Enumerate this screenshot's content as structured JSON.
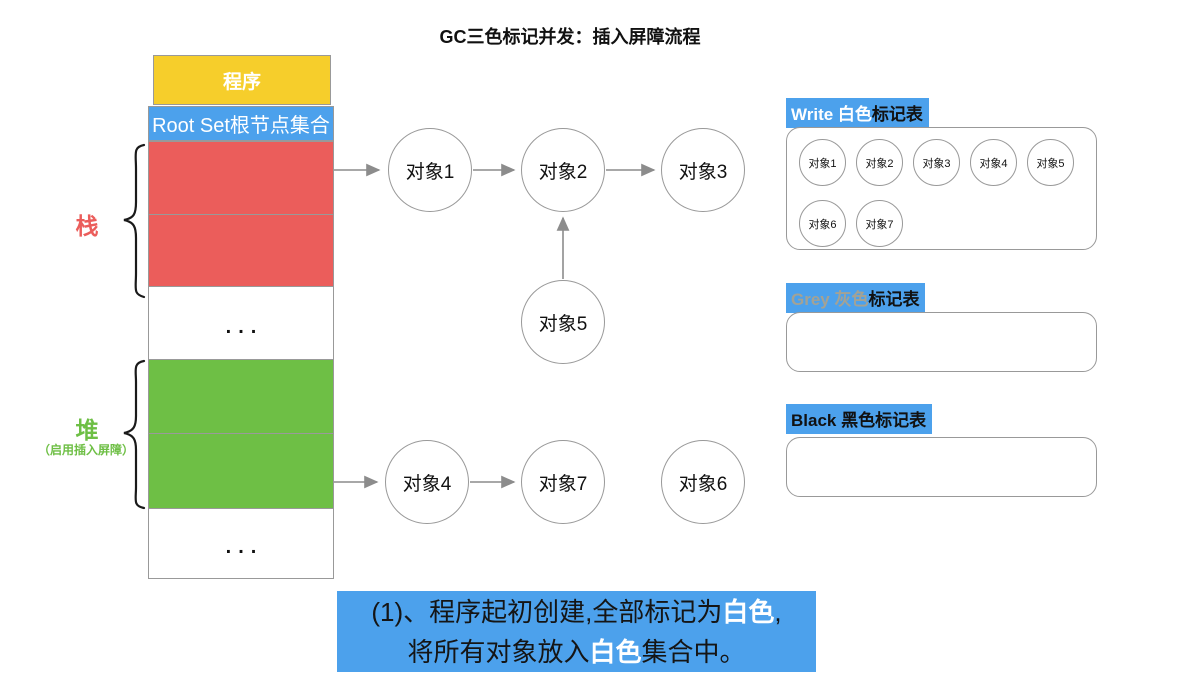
{
  "title": "GC三色标记并发：插入屏障流程",
  "colors": {
    "blue": "#4CA1EC",
    "red": "#EB5D5B",
    "green": "#6EBF45",
    "yellow": "#F6CE2B",
    "border": "#999999",
    "arrow": "#8C8C8C",
    "greytext": "#A3A295",
    "ink": "#1A1A1A"
  },
  "memory": {
    "program": "程序",
    "root_set": "Root Set根节点集合",
    "stack_label": "栈",
    "heap_label": "堆",
    "heap_note": "（启用插入屏障）",
    "ellipsis1": "...",
    "ellipsis2": "..."
  },
  "graph": {
    "nodes": [
      {
        "label": "对象1"
      },
      {
        "label": "对象2"
      },
      {
        "label": "对象3"
      },
      {
        "label": "对象5"
      },
      {
        "label": "对象4"
      },
      {
        "label": "对象7"
      },
      {
        "label": "对象6"
      }
    ],
    "edges": [
      "栈→对象1",
      "对象1→对象2",
      "对象2→对象3",
      "对象5→对象2",
      "堆（插入屏障）→对象4",
      "对象4→对象7"
    ]
  },
  "tables": {
    "white": {
      "title_em": "Write 白色",
      "title_rest": "标记表",
      "items": [
        "对象1",
        "对象2",
        "对象3",
        "对象4",
        "对象5",
        "对象6",
        "对象7"
      ]
    },
    "grey": {
      "title_em": "Grey 灰色",
      "title_rest": "标记表",
      "items": []
    },
    "black": {
      "title_em": "Black 黑色",
      "title_rest": "标记表",
      "items": []
    }
  },
  "caption": {
    "line1": [
      {
        "text": "(1)、程序起初创建,全部标记为"
      },
      {
        "text": "白色",
        "hl": true
      },
      {
        "text": ","
      }
    ],
    "line2": [
      {
        "text": "将所有对象放入"
      },
      {
        "text": "白色",
        "hl": true
      },
      {
        "text": "集合中。"
      }
    ]
  }
}
